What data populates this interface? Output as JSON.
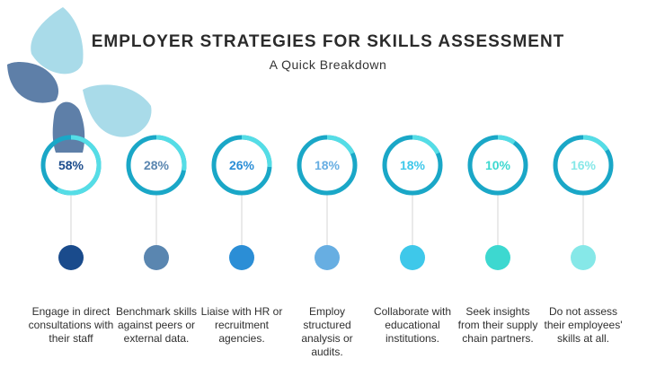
{
  "title": "EMPLOYER STRATEGIES FOR SKILLS ASSESSMENT",
  "subtitle": "A Quick Breakdown",
  "chart_data": {
    "type": "bar",
    "categories": [
      "Engage in direct consultations with their staff",
      "Benchmark skills against peers or external data.",
      "Liaise with HR or recruitment agencies.",
      "Employ structured analysis or audits.",
      "Collaborate with educational institutions.",
      "Seek insights from their supply chain partners.",
      "Do not assess their employees' skills at all."
    ],
    "values": [
      58,
      28,
      26,
      18,
      18,
      10,
      16
    ],
    "value_labels": [
      "58%",
      "28%",
      "26%",
      "18%",
      "18%",
      "10%",
      "16%"
    ],
    "unit": "%",
    "colors": [
      "#1a4b8c",
      "#5a86b0",
      "#2b8ed6",
      "#67aee2",
      "#3ec8ea",
      "#3dd8d0",
      "#86e8e8"
    ],
    "ring_colors": {
      "track": "#1aa7c7",
      "progress": "#55dde6"
    }
  }
}
